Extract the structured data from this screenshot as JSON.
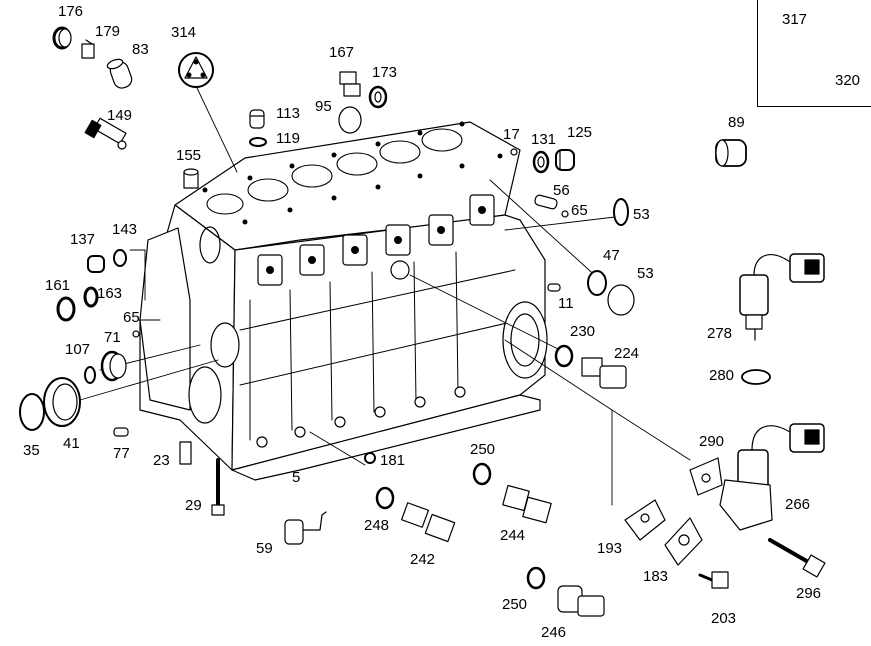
{
  "diagram": {
    "callouts": [
      {
        "id": "176",
        "label": "176"
      },
      {
        "id": "179",
        "label": "179"
      },
      {
        "id": "83",
        "label": "83"
      },
      {
        "id": "314",
        "label": "314"
      },
      {
        "id": "167",
        "label": "167"
      },
      {
        "id": "173",
        "label": "173"
      },
      {
        "id": "95",
        "label": "95"
      },
      {
        "id": "113",
        "label": "113"
      },
      {
        "id": "119",
        "label": "119"
      },
      {
        "id": "149",
        "label": "149"
      },
      {
        "id": "155",
        "label": "155"
      },
      {
        "id": "17",
        "label": "17"
      },
      {
        "id": "131",
        "label": "131"
      },
      {
        "id": "125",
        "label": "125"
      },
      {
        "id": "89",
        "label": "89"
      },
      {
        "id": "56",
        "label": "56"
      },
      {
        "id": "65a",
        "label": "65"
      },
      {
        "id": "53a",
        "label": "53"
      },
      {
        "id": "137",
        "label": "137"
      },
      {
        "id": "143",
        "label": "143"
      },
      {
        "id": "47",
        "label": "47"
      },
      {
        "id": "53b",
        "label": "53"
      },
      {
        "id": "161",
        "label": "161"
      },
      {
        "id": "163",
        "label": "163"
      },
      {
        "id": "11",
        "label": "11"
      },
      {
        "id": "65b",
        "label": "65"
      },
      {
        "id": "278",
        "label": "278"
      },
      {
        "id": "71",
        "label": "71"
      },
      {
        "id": "107",
        "label": "107"
      },
      {
        "id": "230",
        "label": "230"
      },
      {
        "id": "224",
        "label": "224"
      },
      {
        "id": "280",
        "label": "280"
      },
      {
        "id": "35",
        "label": "35"
      },
      {
        "id": "41",
        "label": "41"
      },
      {
        "id": "77",
        "label": "77"
      },
      {
        "id": "23",
        "label": "23"
      },
      {
        "id": "181",
        "label": "181"
      },
      {
        "id": "5",
        "label": "5"
      },
      {
        "id": "250a",
        "label": "250"
      },
      {
        "id": "290",
        "label": "290"
      },
      {
        "id": "29",
        "label": "29"
      },
      {
        "id": "266",
        "label": "266"
      },
      {
        "id": "248",
        "label": "248"
      },
      {
        "id": "244",
        "label": "244"
      },
      {
        "id": "59",
        "label": "59"
      },
      {
        "id": "242",
        "label": "242"
      },
      {
        "id": "193",
        "label": "193"
      },
      {
        "id": "183",
        "label": "183"
      },
      {
        "id": "296",
        "label": "296"
      },
      {
        "id": "250b",
        "label": "250"
      },
      {
        "id": "203",
        "label": "203"
      },
      {
        "id": "246",
        "label": "246"
      },
      {
        "id": "317",
        "label": "317"
      },
      {
        "id": "320",
        "label": "320"
      }
    ]
  }
}
